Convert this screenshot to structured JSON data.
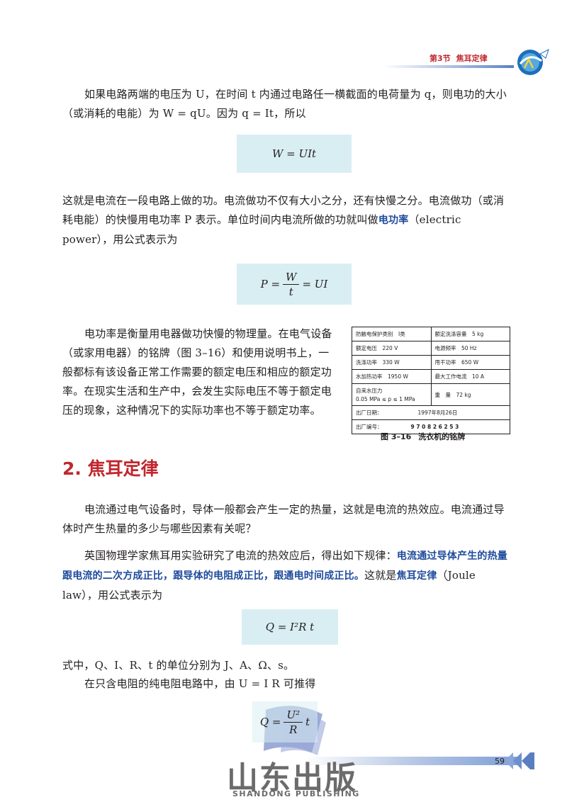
{
  "header": {
    "section": "第3节",
    "title": "焦耳定律"
  },
  "paragraphs": {
    "p1": "如果电路两端的电压为 U，在时间 t 内通过电路任一横截面的电荷量为 q，则电功的大小（或消耗的电能）为 W = qU。因为 q = It，所以",
    "p2_a": "这就是电流在一段电路上做的功。电流做功不仅有大小之分，还有快慢之分。电流做功（或消耗电能）的快慢用电功率 P 表示。单位时间内电流所做的功就叫做",
    "p2_term": "电功率",
    "p2_b": "（electric power），用公式表示为",
    "p3": "电功率是衡量用电器做功快慢的物理量。在电气设备（或家用电器）的铭牌（图 3–16）和使用说明书上，一般都标有该设备正常工作需要的额定电压和相应的额定功率。在现实生活和生产中，会发生实际电压不等于额定电压的现象，这种情况下的实际功率也不等于额定功率。",
    "p4": "电流通过电气设备时，导体一般都会产生一定的热量，这就是电流的热效应。电流通过导体时产生热量的多少与哪些因素有关呢？",
    "p5_a": "英国物理学家焦耳用实验研究了电流的热效应后，得出如下规律：",
    "p5_rule": "电流通过导体产生的热量跟电流的二次方成正比，跟导体的电阻成正比，跟通电时间成正比。",
    "p5_b": "这就是",
    "p5_term": "焦耳定律",
    "p5_c": "（Joule law），用公式表示为",
    "p6": "式中，Q、I、R、t 的单位分别为 J、A、Ω、s。",
    "p7": "在只含电阻的纯电阻电路中，由 U = I R 可推得"
  },
  "formulas": {
    "f1": "W = UIt",
    "f2_left": "P =",
    "f2_num": "W",
    "f2_den": "t",
    "f2_right": "= UI",
    "f3": "Q = I²R t",
    "f4_left": "Q =",
    "f4_num": "U²",
    "f4_den": "R",
    "f4_right": "t"
  },
  "nameplate": {
    "r1c1": "防触电保护类别　Ⅰ类",
    "r1c2": "额定洗涤容量　5 kg",
    "r2c1": "额定电压　220 V",
    "r2c2": "电源频率　50 Hz",
    "r3c1": "洗涤功率　330 W",
    "r3c2": "甩干功率　650 W",
    "r4c1": "水加热功率　1950 W",
    "r4c2": "最大工作电流　10 A",
    "r5c1a": "自来水压力",
    "r5c1b": "0.05 MPa ≤ p ≤ 1 MPa",
    "r5c2": "重　量　72 kg",
    "r6a": "出厂日期：",
    "r6b": "1997年8月26日",
    "r7a": "出厂编号：",
    "r7b": "9 7 0 8 2 6 2 5 3"
  },
  "figure_caption": {
    "number": "图 3–16",
    "text": "洗衣机的铭牌"
  },
  "section_heading": "2. 焦耳定律",
  "page_number": "59",
  "watermark": {
    "cn": "山东出版",
    "en": "SHANDONG PUBLISHING"
  },
  "colors": {
    "accent_red": "#c0272d",
    "highlight_blue": "#1e4a9b",
    "formula_bg": "#d9eef3"
  }
}
